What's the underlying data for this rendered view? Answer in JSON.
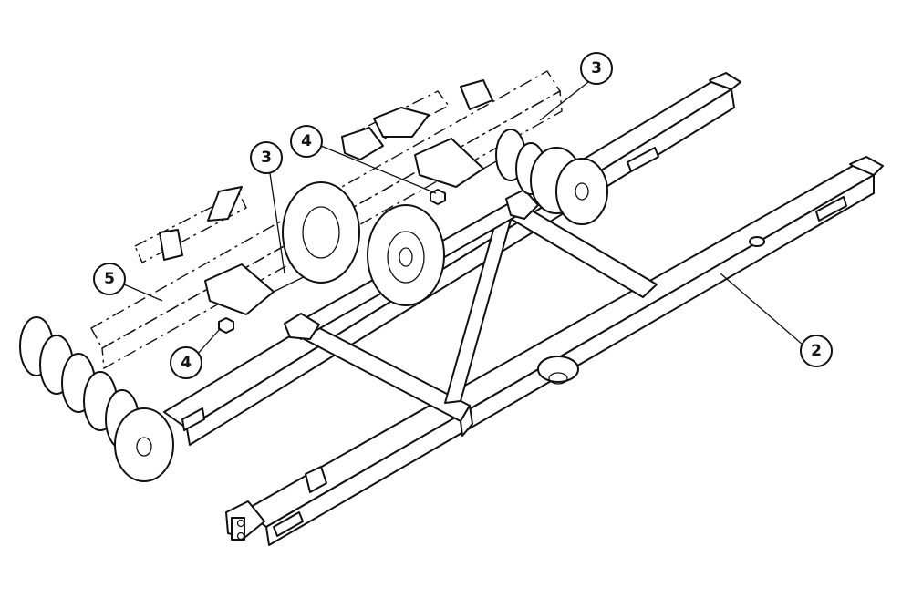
{
  "callouts": [
    {
      "id": "callout-3-top",
      "label": "3"
    },
    {
      "id": "callout-4-top",
      "label": "4"
    },
    {
      "id": "callout-3-mid",
      "label": "3"
    },
    {
      "id": "callout-5",
      "label": "5"
    },
    {
      "id": "callout-4-bottom",
      "label": "4"
    },
    {
      "id": "callout-2",
      "label": "2"
    }
  ]
}
